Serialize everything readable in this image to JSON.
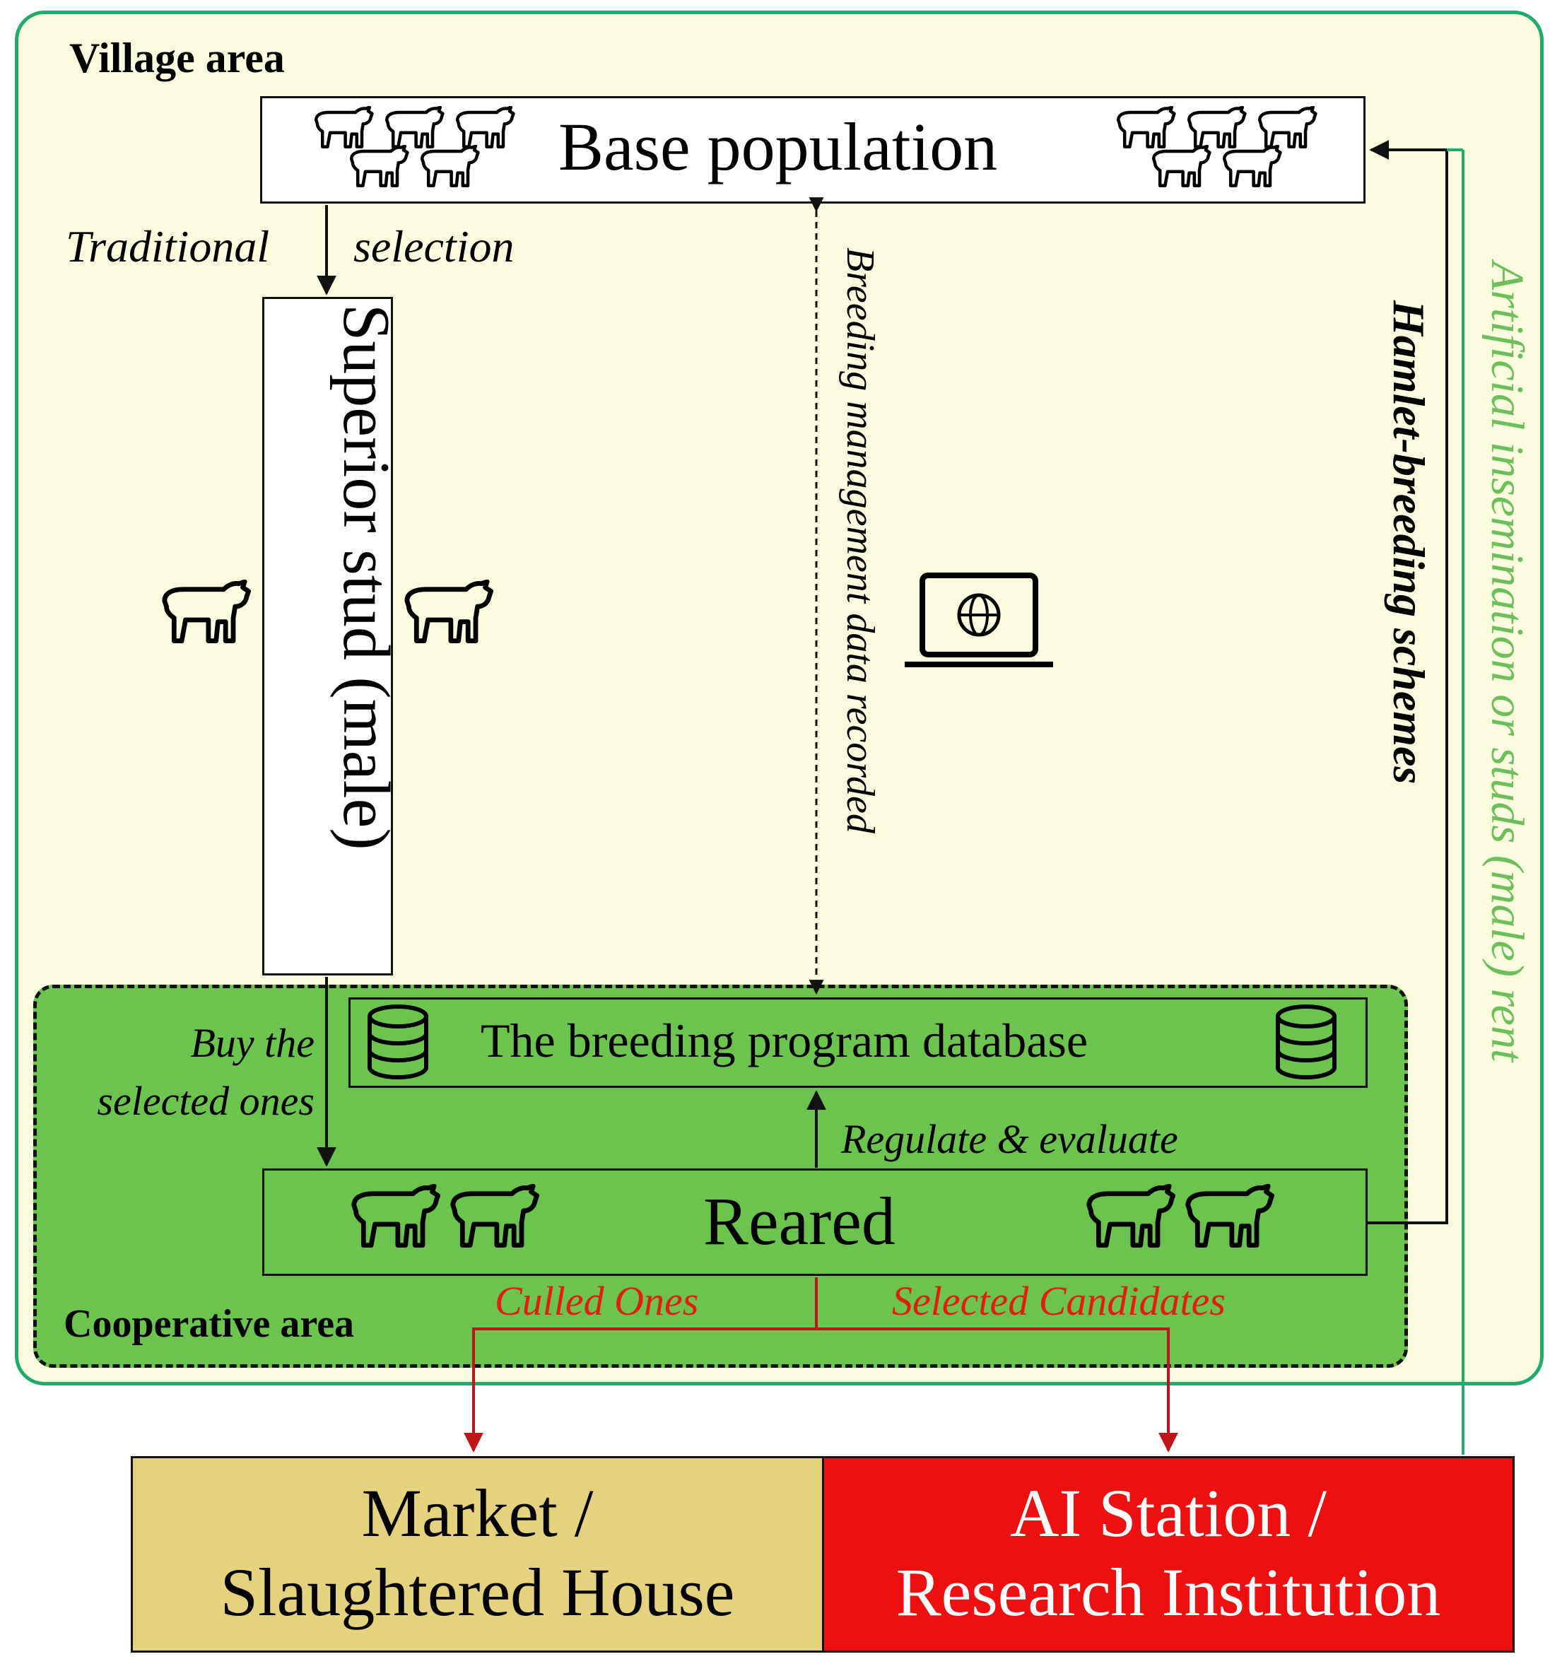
{
  "areas": {
    "village": "Village  area",
    "cooperative": "Cooperative area"
  },
  "nodes": {
    "base_population": "Base population",
    "superior_stud": "Superior stud (male)",
    "database": "The breeding  program  database",
    "reared": "Reared",
    "market_line1": "Market /",
    "market_line2": "Slaughtered House",
    "ai_line1": "AI Station /",
    "ai_line2": "Research Institution"
  },
  "edges": {
    "traditional": "Traditional",
    "selection": "selection",
    "buy_line1": "Buy the",
    "buy_line2": "selected ones",
    "breeding_mgmt": "Breeding management  data recorded",
    "regulate": "Regulate & evaluate",
    "hamlet": "Hamlet-breeding schemes",
    "ai_rent": "Artificial  insemination  or studs (male) rent",
    "culled": "Culled  Ones",
    "selected": "Selected  Candidates"
  },
  "colors": {
    "village_border": "#1faa6e",
    "village_fill": "#fbfbdf",
    "coop_fill": "#6cc34e",
    "market_fill": "#e4d27e",
    "ai_fill": "#ee1010",
    "red_line": "#c0141a",
    "green_text": "#6cbf5a"
  },
  "icons": [
    "cow-herd-icon",
    "bull-icon",
    "laptop-globe-icon",
    "database-icon"
  ]
}
